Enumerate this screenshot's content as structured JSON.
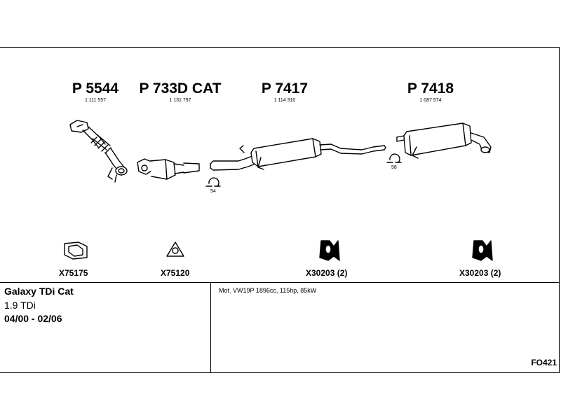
{
  "parts": [
    {
      "code": "P 5544",
      "number": "1 111 557"
    },
    {
      "code": "P 733D CAT",
      "number": "1 131 797"
    },
    {
      "code": "P 7417",
      "number": "1 114 310"
    },
    {
      "code": "P 7418",
      "number": "1 087 574"
    }
  ],
  "clamps": [
    {
      "label": "54"
    },
    {
      "label": "58"
    }
  ],
  "gaskets": [
    {
      "code": "X75175"
    },
    {
      "code": "X75120"
    },
    {
      "code": "X30203 (2)"
    },
    {
      "code": "X30203 (2)"
    }
  ],
  "vehicle": {
    "name": "Galaxy TDi Cat",
    "engine": "1.9 TDi",
    "years": "04/00 - 02/06"
  },
  "engine_spec": "Mot. VW19P 1896cc, 115hp, 85kW",
  "drawing_code": "FO421"
}
